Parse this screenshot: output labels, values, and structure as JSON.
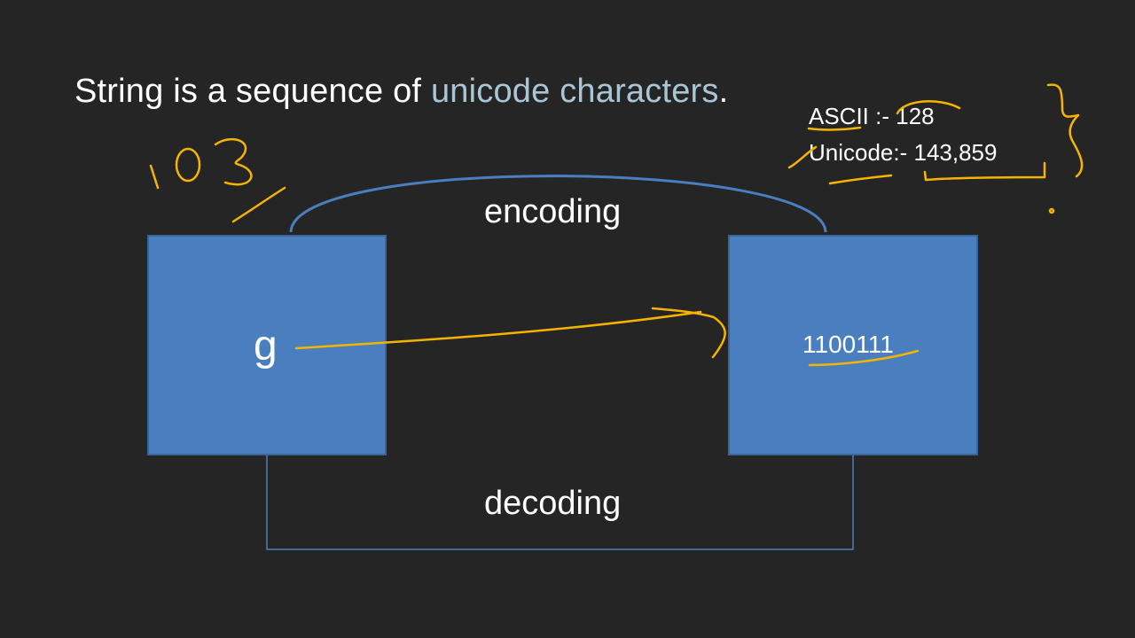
{
  "slide": {
    "title_prefix": "String is a sequence of ",
    "title_highlight": "unicode characters",
    "title_suffix": ".",
    "notes": {
      "ascii": "ASCII :- 128",
      "unicode": "Unicode:- 143,859"
    },
    "left_box_char": "g",
    "right_box_binary": "1100111",
    "encoding_label": "encoding",
    "decoding_label": "decoding",
    "annotation_number": "103"
  },
  "colors": {
    "background": "#252525",
    "box_fill": "#4a7fbf",
    "highlight_text": "#a9c6d6",
    "handwriting": "#f5b400",
    "connector": "#4a7fbf"
  }
}
